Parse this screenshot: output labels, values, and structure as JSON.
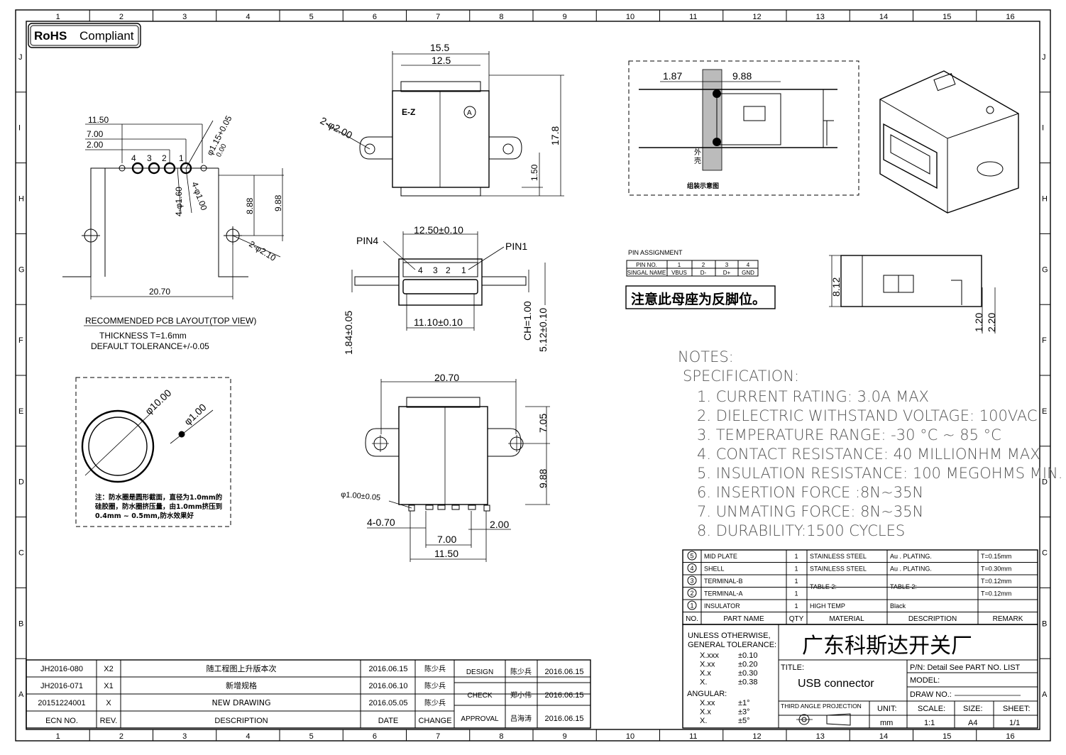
{
  "border": {
    "cols": [
      "1",
      "2",
      "3",
      "4",
      "5",
      "6",
      "7",
      "8",
      "9",
      "10",
      "11",
      "12",
      "13",
      "14",
      "15",
      "16"
    ],
    "rows": [
      "J",
      "I",
      "H",
      "G",
      "F",
      "E",
      "D",
      "C",
      "B",
      "A"
    ]
  },
  "badge": {
    "rohs": "RoHS",
    "compliant": "Compliant"
  },
  "pcb_layout": {
    "d_11_50": "11.50",
    "d_7_00": "7.00",
    "d_2_00": "2.00",
    "pin_4": "4",
    "pin_3": "3",
    "pin_2": "2",
    "pin_1": "1",
    "d_hole_small": "φ1.15+0.05",
    "d_hole_small_tol": "0.00",
    "d_pad_160": "4-φ1.60",
    "d_pad_100": "4-φ1.00",
    "d_8_88": "8.88",
    "d_9_88": "9.88",
    "d_2_210": "2-φ2.10",
    "d_20_70": "20.70",
    "title": "RECOMMENDED PCB LAYOUT(TOP VIEW)",
    "thickness": "THICKNESS T=1.6mm",
    "tolerance": "DEFAULT TOLERANCE+/-0.05"
  },
  "front_view": {
    "d_15_5": "15.5",
    "d_12_5": "12.5",
    "d_2_200": "2-φ2.00",
    "d_17_8": "17.8",
    "d_1_50": "1.50",
    "mark_ez": "E-Z",
    "mark_a": "A"
  },
  "face_view": {
    "d_12_50": "12.50±0.10",
    "pin4": "PIN4",
    "pin1": "PIN1",
    "n4": "4",
    "n3": "3",
    "n2": "2",
    "n1": "1",
    "d_11_10": "11.10±0.10",
    "d_1_84": "1.84±0.05",
    "d_ch": "CH=1.00",
    "d_5_12": "5.12±0.10"
  },
  "bottom_view": {
    "d_20_70": "20.70",
    "d_7_05": "7.05",
    "d_9_88": "9.88",
    "d_hole": "φ1.00±0.05",
    "d_4_070": "4-0.70",
    "d_2_00": "2.00",
    "d_7_00": "7.00",
    "d_11_50": "11.50"
  },
  "seal_view": {
    "d_10": "φ10.00",
    "d_1": "φ1.00",
    "note_1": "注：防水圈是圆形截面，直径为1.0mm的",
    "note_2": "硅胶圈，防水圈挤压量，由1.0mm挤压到",
    "note_3": "0.4mm ~ 0.5mm,防水效果好"
  },
  "assembly": {
    "d_1_87": "1.87",
    "d_9_88": "9.88",
    "shell_1": "外",
    "shell_2": "壳",
    "caption": "组装示意图"
  },
  "pin_table": {
    "title": "PIN ASSIGNMENT",
    "header": [
      "PIN NO.",
      "1",
      "2",
      "3",
      "4"
    ],
    "row": [
      "SINGAL NAME",
      "VBUS",
      "D-",
      "D+",
      "GND"
    ]
  },
  "warning": "注意此母座为反脚位。",
  "side_view": {
    "d_8_12": "8.12",
    "d_1_20": "1.20",
    "d_2_20": "2.20"
  },
  "notes": {
    "heading": "NOTES:",
    "spec": "SPECIFICATION:",
    "items": [
      "1. CURRENT RATING: 3.0A MAX",
      "2. DIELECTRIC WITHSTAND VOLTAGE: 100VAC",
      "3. TEMPERATURE RANGE: -30 °C ~ 85 °C",
      "4. CONTACT RESISTANCE: 40 MILLIONHM MAX",
      "5. INSULATION RESISTANCE: 100 MEGOHMS MIN.",
      "6.  INSERTION  FORCE  :8N~35N",
      "7.  UNMATING  FORCE:  8N~35N",
      "8.  DURABILITY:1500  CYCLES"
    ]
  },
  "bom": {
    "rows": [
      {
        "no": "5",
        "part": "MID PLATE",
        "qty": "1",
        "material": "STAINLESS STEEL",
        "desc": "Au . PLATING.",
        "remark": "T=0.15mm"
      },
      {
        "no": "4",
        "part": "SHELL",
        "qty": "1",
        "material": "STAINLESS STEEL",
        "desc": "Au . PLATING.",
        "remark": "T=0.30mm"
      },
      {
        "no": "3",
        "part": "TERMINAL-B",
        "qty": "1",
        "material": "",
        "desc": "",
        "remark": "T=0.12mm"
      },
      {
        "no": "2",
        "part": "TERMINAL-A",
        "qty": "1",
        "material": "",
        "desc": "",
        "remark": "T=0.12mm"
      },
      {
        "no": "1",
        "part": "INSULATOR",
        "qty": "1",
        "material": "HIGH TEMP",
        "desc": "Black",
        "remark": ""
      }
    ],
    "table2_material": "TABLE 2:",
    "table2_desc": "TABLE 2:",
    "header": {
      "no": "NO.",
      "part": "PART NAME",
      "qty": "QTY",
      "material": "MATERIAL",
      "desc": "DESCRIPTION",
      "remark": "REMARK"
    }
  },
  "title_block": {
    "unless_1": "UNLESS OTHERWISE,",
    "unless_2": "GENERAL TOLERANCE:",
    "tol": [
      {
        "k": "X.xxx",
        "v": "±0.10"
      },
      {
        "k": "X.xx",
        "v": "±0.20"
      },
      {
        "k": "X.x",
        "v": "±0.30"
      },
      {
        "k": "X.",
        "v": "±0.38"
      }
    ],
    "angular": "ANGULAR:",
    "ang": [
      {
        "k": "X.xx",
        "v": "±1°"
      },
      {
        "k": "X.x",
        "v": "±3°"
      },
      {
        "k": "X.",
        "v": "±5°"
      }
    ],
    "company": "广东科斯达开关厂",
    "title_label": "TITLE:",
    "title_value": "USB connector",
    "pn": "P/N: Detail  See  PART  NO.  LIST",
    "model": "MODEL:",
    "drawno": "DRAW  NO.:",
    "projection": "THIRD  ANGLE  PROJECTION",
    "unit_label": "UNIT:",
    "unit_value": "mm",
    "scale_label": "SCALE:",
    "scale_value": "1:1",
    "size_label": "SIZE:",
    "size_value": "A4",
    "sheet_label": "SHEET:",
    "sheet_value": "1/1"
  },
  "revisions": [
    {
      "ecn": "JH2016-080",
      "rev": "X2",
      "desc": "随工程图上升版本次",
      "date": "2016.06.15",
      "change": "陈少兵"
    },
    {
      "ecn": "JH2016-071",
      "rev": "X1",
      "desc": "新增规格",
      "date": "2016.06.10",
      "change": "陈少兵"
    },
    {
      "ecn": "20151224001",
      "rev": "X",
      "desc": "NEW  DRAWING",
      "date": "2016.05.05",
      "change": "陈少兵"
    }
  ],
  "rev_header": {
    "ecn": "ECN  NO.",
    "rev": "REV.",
    "desc": "DESCRIPTION",
    "date": "DATE",
    "change": "CHANGE"
  },
  "approvals": [
    {
      "role": "DESIGN",
      "name": "陈少兵",
      "date": "2016.06.15"
    },
    {
      "role": "CHECK",
      "name": "郑小伟",
      "date": "2016.06.15"
    },
    {
      "role": "APPROVAL",
      "name": "吕海涛",
      "date": "2016.06.15"
    }
  ]
}
